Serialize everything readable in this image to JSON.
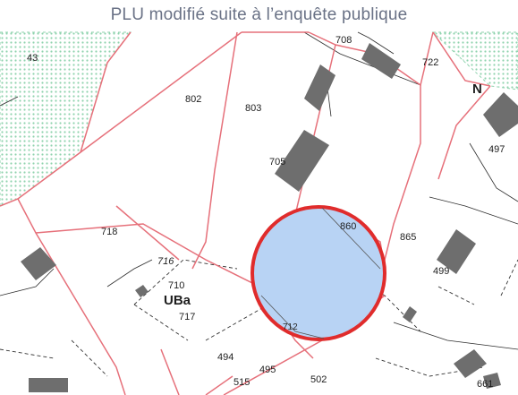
{
  "title": "PLU modifié suite à l’enquête publique",
  "colors": {
    "highlight_fill": "#b8d3f4",
    "highlight_stroke": "#e02c2c",
    "parcel_boundary": "#e6707a",
    "building": "#6e6e6e",
    "green_zone_dots": "#8fd3ae"
  },
  "zone_label": "UBa",
  "north_marker": "N",
  "parcels": {
    "p43": "43",
    "p708": "708",
    "p722": "722",
    "p802": "802",
    "p803": "803",
    "p705": "705",
    "p497": "497",
    "p718": "718",
    "p860": "860",
    "p865": "865",
    "p499": "499",
    "p716": "716",
    "p710": "710",
    "p717": "717",
    "p712": "712",
    "p494": "494",
    "p495": "495",
    "p502": "502",
    "p515": "515",
    "p661": "661"
  }
}
